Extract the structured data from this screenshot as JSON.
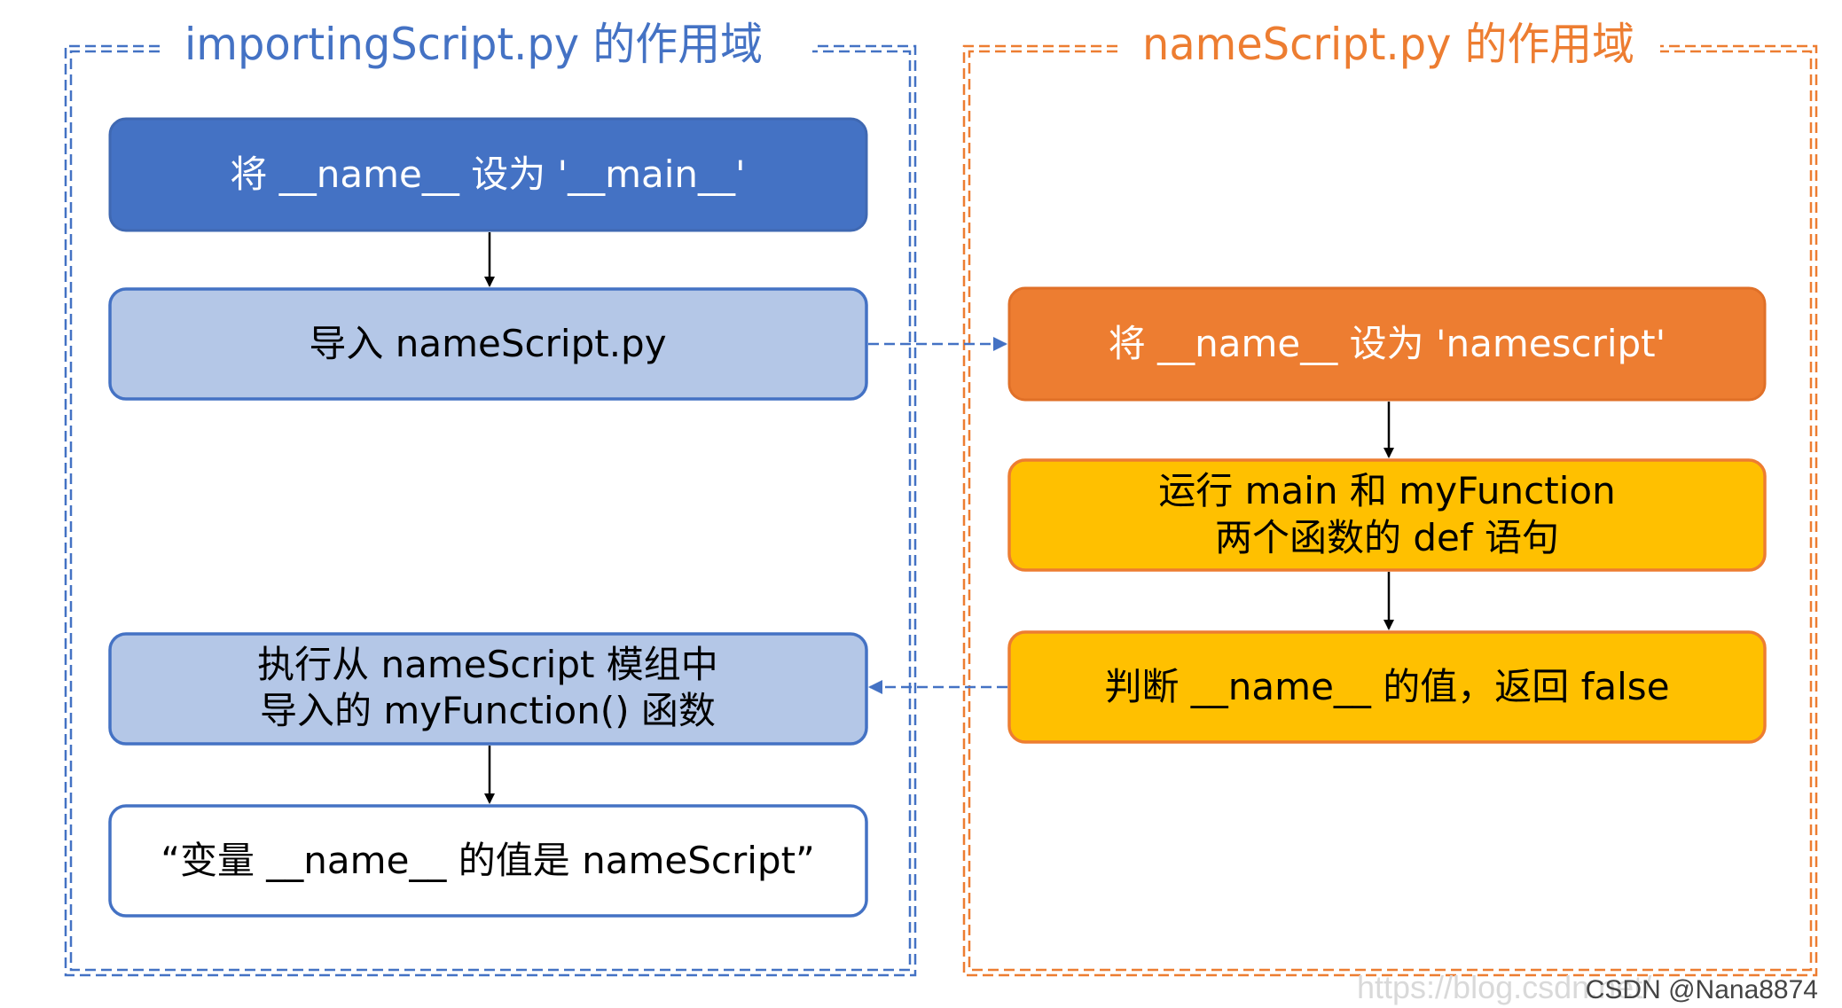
{
  "left_scope": {
    "title": "importingScript.py 的作用域",
    "color": "#4472C4"
  },
  "right_scope": {
    "title": "nameScript.py 的作用域",
    "color": "#ED7D31"
  },
  "boxes": {
    "set_main": {
      "line1": "将 __name__ 设为 '__main__'"
    },
    "import_namescript": {
      "line1": "导入 nameScript.py"
    },
    "run_function": {
      "line1": "执行从 nameScript 模组中",
      "line2": "导入的 myFunction() 函数"
    },
    "print_value": {
      "line1": "“变量 __name__ 的值是 nameScript”"
    },
    "set_namescript": {
      "line1": "将 __name__ 设为 'namescript'"
    },
    "def_statements": {
      "line1": "运行 main 和 myFunction",
      "line2": "两个函数的 def 语句"
    },
    "check_name": {
      "line1": "判断 __name__ 的值，返回 false"
    }
  },
  "colors": {
    "dark_blue_fill": "#4472C4",
    "light_blue_fill": "#B4C7E7",
    "orange_fill": "#ED7D31",
    "yellow_fill": "#FFC000"
  },
  "watermark": {
    "url": "https://blog.csdn.net/",
    "author": "CSDN @Nana8874"
  }
}
